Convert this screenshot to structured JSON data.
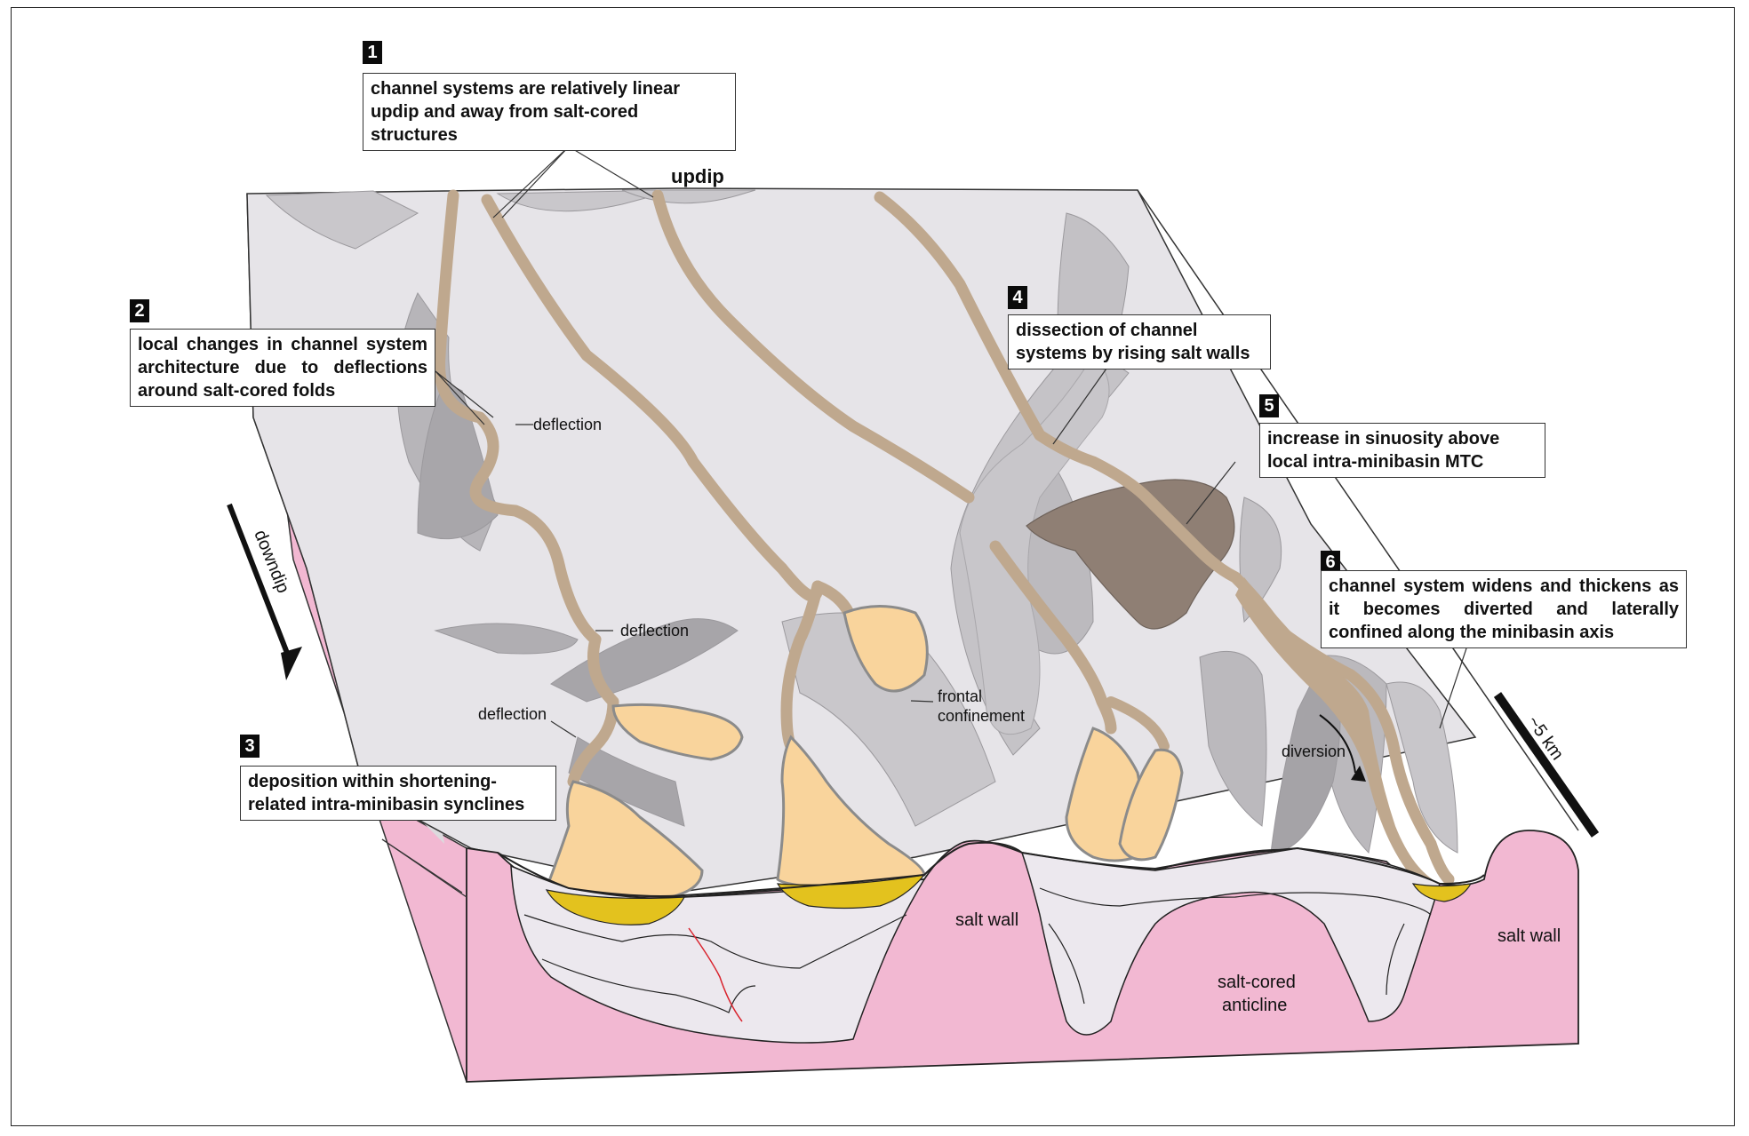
{
  "callouts": [
    {
      "number": "1",
      "text": "channel systems are relatively linear updip and away from salt-cored structures"
    },
    {
      "number": "2",
      "text": "local changes in channel system architecture due to deflections around salt-cored folds"
    },
    {
      "number": "3",
      "text": "deposition within shortening-related intra-minibasin synclines"
    },
    {
      "number": "4",
      "text": "dissection of channel systems by rising salt walls"
    },
    {
      "number": "5",
      "text": "increase in sinuosity above local intra-minibasin MTC"
    },
    {
      "number": "6",
      "text": "channel system widens and thickens as it becomes diverted and laterally confined along the minibasin axis"
    }
  ],
  "labels": {
    "updip": "updip",
    "downdip": "downdip",
    "scale": "~5 km",
    "deflection_1": "deflection",
    "deflection_2": "deflection",
    "deflection_3": "deflection",
    "frontal_confinement_1": "frontal",
    "frontal_confinement_2": "confinement",
    "diversion": "diversion",
    "salt_wall_1": "salt wall",
    "salt_wall_2": "salt wall",
    "anticline_1": "salt-cored",
    "anticline_2": "anticline"
  },
  "colors": {
    "salt": "#f2b8d2",
    "surface": "#e6e4e8",
    "fold": "#c9c7cb",
    "fold_dark": "#a7a5a9",
    "channel": "#bfa88e",
    "lobe": "#f9d49c",
    "sand_fill": "#e3c21e",
    "mtc": "#8f7f74",
    "section_fill": "#ece8ee"
  }
}
